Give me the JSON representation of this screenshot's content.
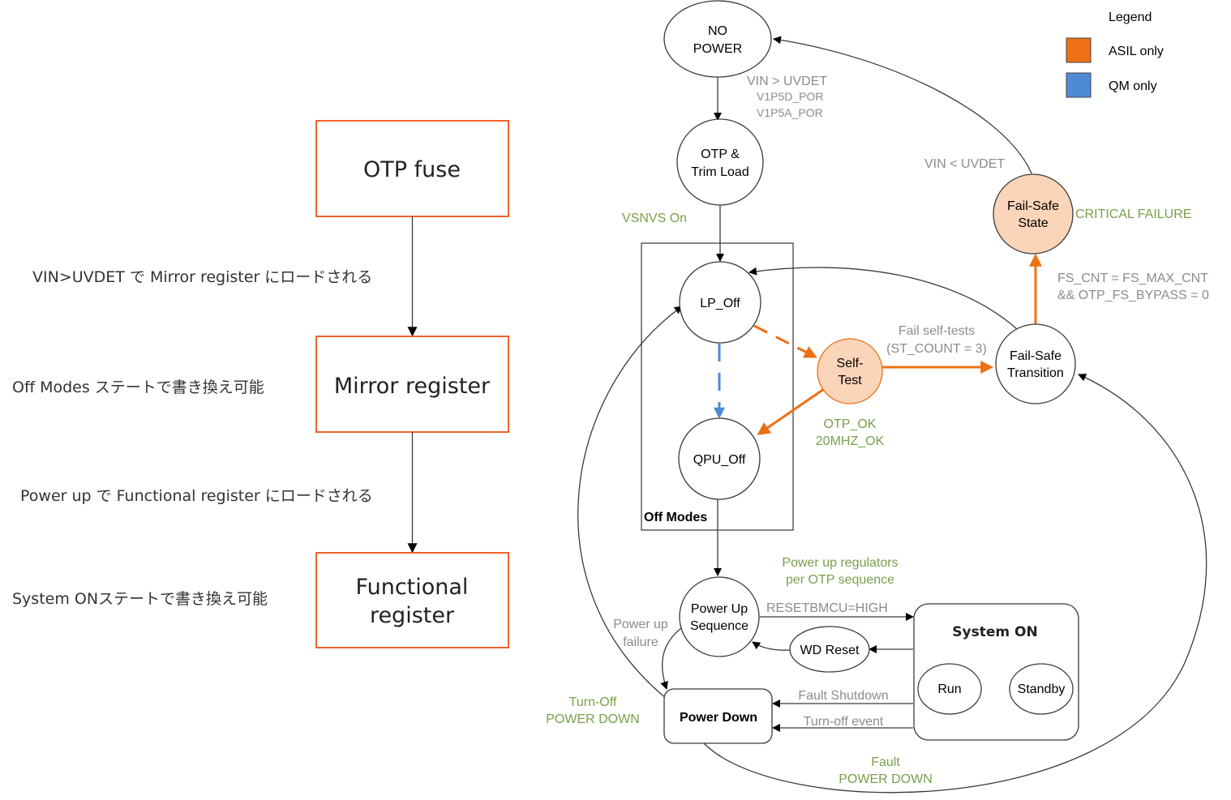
{
  "colors": {
    "asil": "#ed7014",
    "qm": "#4f8ad6",
    "asil_node_fill": "#fbd5b9",
    "register_border": "#f2622e",
    "condition_green": "#77a04a",
    "label_gray": "#8c8c8c"
  },
  "left_flow": {
    "boxes": [
      {
        "label_lines": [
          "OTP fuse"
        ]
      },
      {
        "label_lines": [
          "Mirror register"
        ]
      },
      {
        "label_lines": [
          "Functional",
          "register"
        ]
      }
    ],
    "transitions": [
      "VIN>UVDET で Mirror register にロードされる",
      "Power up で Functional register にロードされる"
    ],
    "annotations": [
      "Off Modes ステートで書き換え可能",
      "System ONステートで書き換え可能"
    ]
  },
  "legend": {
    "title": "Legend",
    "items": [
      {
        "label": "ASIL only",
        "color": "#ed7014"
      },
      {
        "label": "QM only",
        "color": "#4f8ad6"
      }
    ]
  },
  "states": {
    "no_power": [
      "NO",
      "POWER"
    ],
    "otp_trim": [
      "OTP &",
      "Trim Load"
    ],
    "lp_off": [
      "LP_Off"
    ],
    "qpu_off": [
      "QPU_Off"
    ],
    "self_test": [
      "Self-",
      "Test"
    ],
    "fs_transition": [
      "Fail-Safe",
      "Transition"
    ],
    "fs_state": [
      "Fail-Safe",
      "State"
    ],
    "power_up_seq": [
      "Power Up",
      "Sequence"
    ],
    "wd_reset": [
      "WD Reset"
    ],
    "power_down": [
      "Power Down"
    ],
    "system_on": [
      "System ON"
    ],
    "run": [
      "Run"
    ],
    "standby": [
      "Standby"
    ],
    "off_modes": [
      "Off Modes"
    ]
  },
  "edge_labels": {
    "vin_gt": [
      "VIN > UVDET"
    ],
    "por": [
      "V1P5D_POR",
      "V1P5A_POR"
    ],
    "vsnvs_on": [
      "VSNVS On"
    ],
    "vin_lt": [
      "VIN < UVDET"
    ],
    "critical_failure": [
      "CRITICAL FAILURE"
    ],
    "fs_cnt": [
      "FS_CNT = FS_MAX_CNT",
      "&& OTP_FS_BYPASS = 0"
    ],
    "fail_self_tests": [
      "Fail self-tests",
      "(ST_COUNT = 3)"
    ],
    "otp_ok": [
      "OTP_OK",
      "20MHZ_OK"
    ],
    "power_up_regulators": [
      "Power up regulators",
      "per OTP sequence"
    ],
    "resetbmcu": [
      "RESETBMCU=HIGH"
    ],
    "power_up_failure": [
      "Power up",
      "failure"
    ],
    "fault_shutdown": [
      "Fault Shutdown"
    ],
    "turn_off_event": [
      "Turn-off event"
    ],
    "turn_off_power_down": [
      "Turn-Off",
      "POWER DOWN"
    ],
    "fault_power_down": [
      "Fault",
      "POWER DOWN"
    ]
  }
}
